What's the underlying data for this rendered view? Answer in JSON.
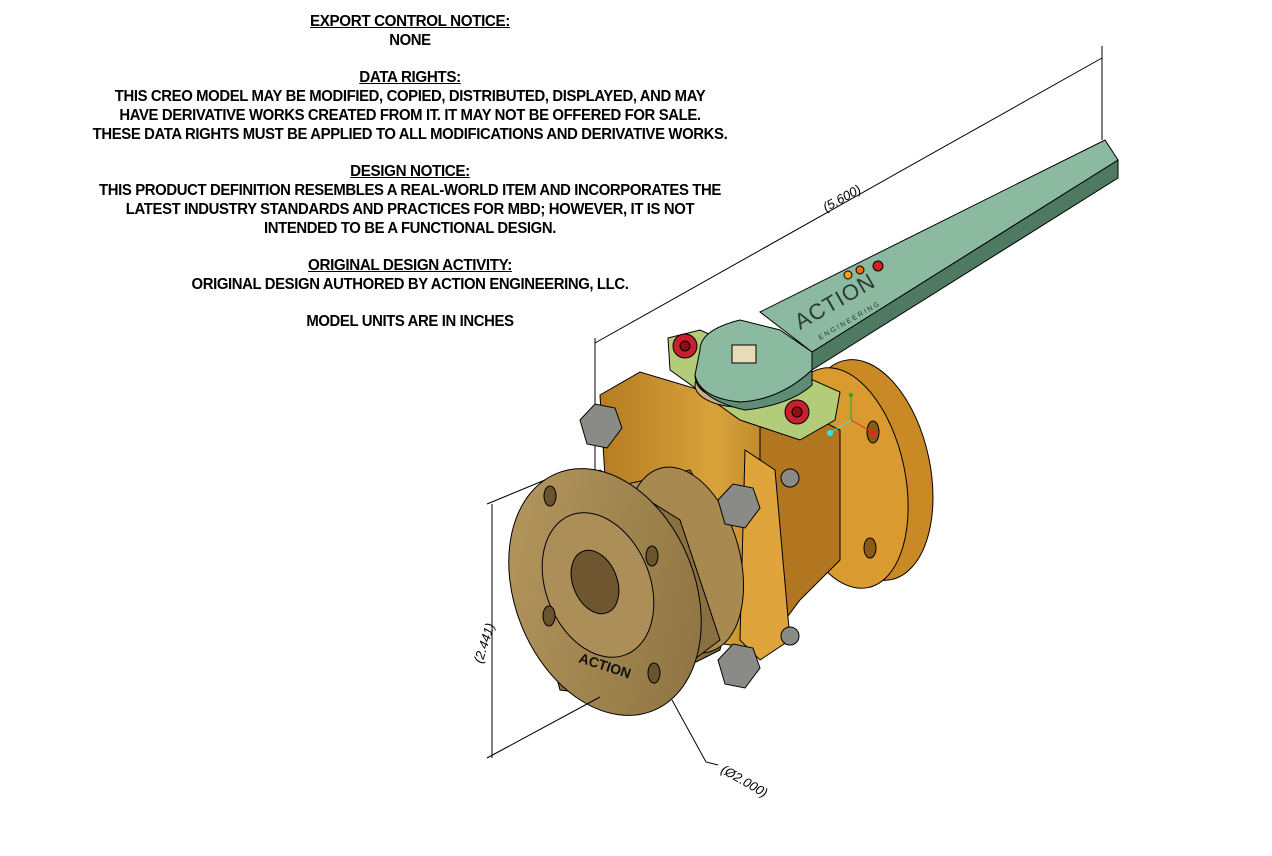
{
  "notes": [
    {
      "heading": "EXPORT CONTROL NOTICE:",
      "lines": [
        "NONE"
      ]
    },
    {
      "heading": "DATA RIGHTS:",
      "lines": [
        "THIS CREO MODEL MAY BE MODIFIED, COPIED, DISTRIBUTED, DISPLAYED, AND MAY",
        "HAVE DERIVATIVE WORKS CREATED FROM IT. IT MAY NOT BE OFFERED FOR SALE.",
        "THESE DATA RIGHTS MUST BE APPLIED TO ALL MODIFICATIONS AND DERIVATIVE WORKS."
      ]
    },
    {
      "heading": "DESIGN NOTICE:",
      "lines": [
        "THIS PRODUCT DEFINITION RESEMBLES A REAL-WORLD ITEM AND INCORPORATES THE",
        "LATEST INDUSTRY STANDARDS AND PRACTICES FOR MBD; HOWEVER, IT IS NOT",
        "INTENDED TO BE A FUNCTIONAL DESIGN."
      ]
    },
    {
      "heading": "ORIGINAL DESIGN ACTIVITY:",
      "lines": [
        "ORIGINAL DESIGN AUTHORED BY ACTION ENGINEERING, LLC."
      ]
    },
    {
      "heading": "",
      "lines": [
        "MODEL UNITS ARE IN INCHES"
      ]
    }
  ],
  "dimensions": {
    "length": "(5.600)",
    "height": "(2.441)",
    "diameter": "(Ø2.000)"
  },
  "logo": {
    "brand": "ACTION",
    "sub": "ENGINEERING"
  },
  "colors": {
    "handle": "#8bbaa0",
    "body": "#c98f2c",
    "flange": "#a88c56",
    "bolt": "#8a8a86",
    "bracket": "#b3cc7a",
    "screw": "#c8202c"
  }
}
